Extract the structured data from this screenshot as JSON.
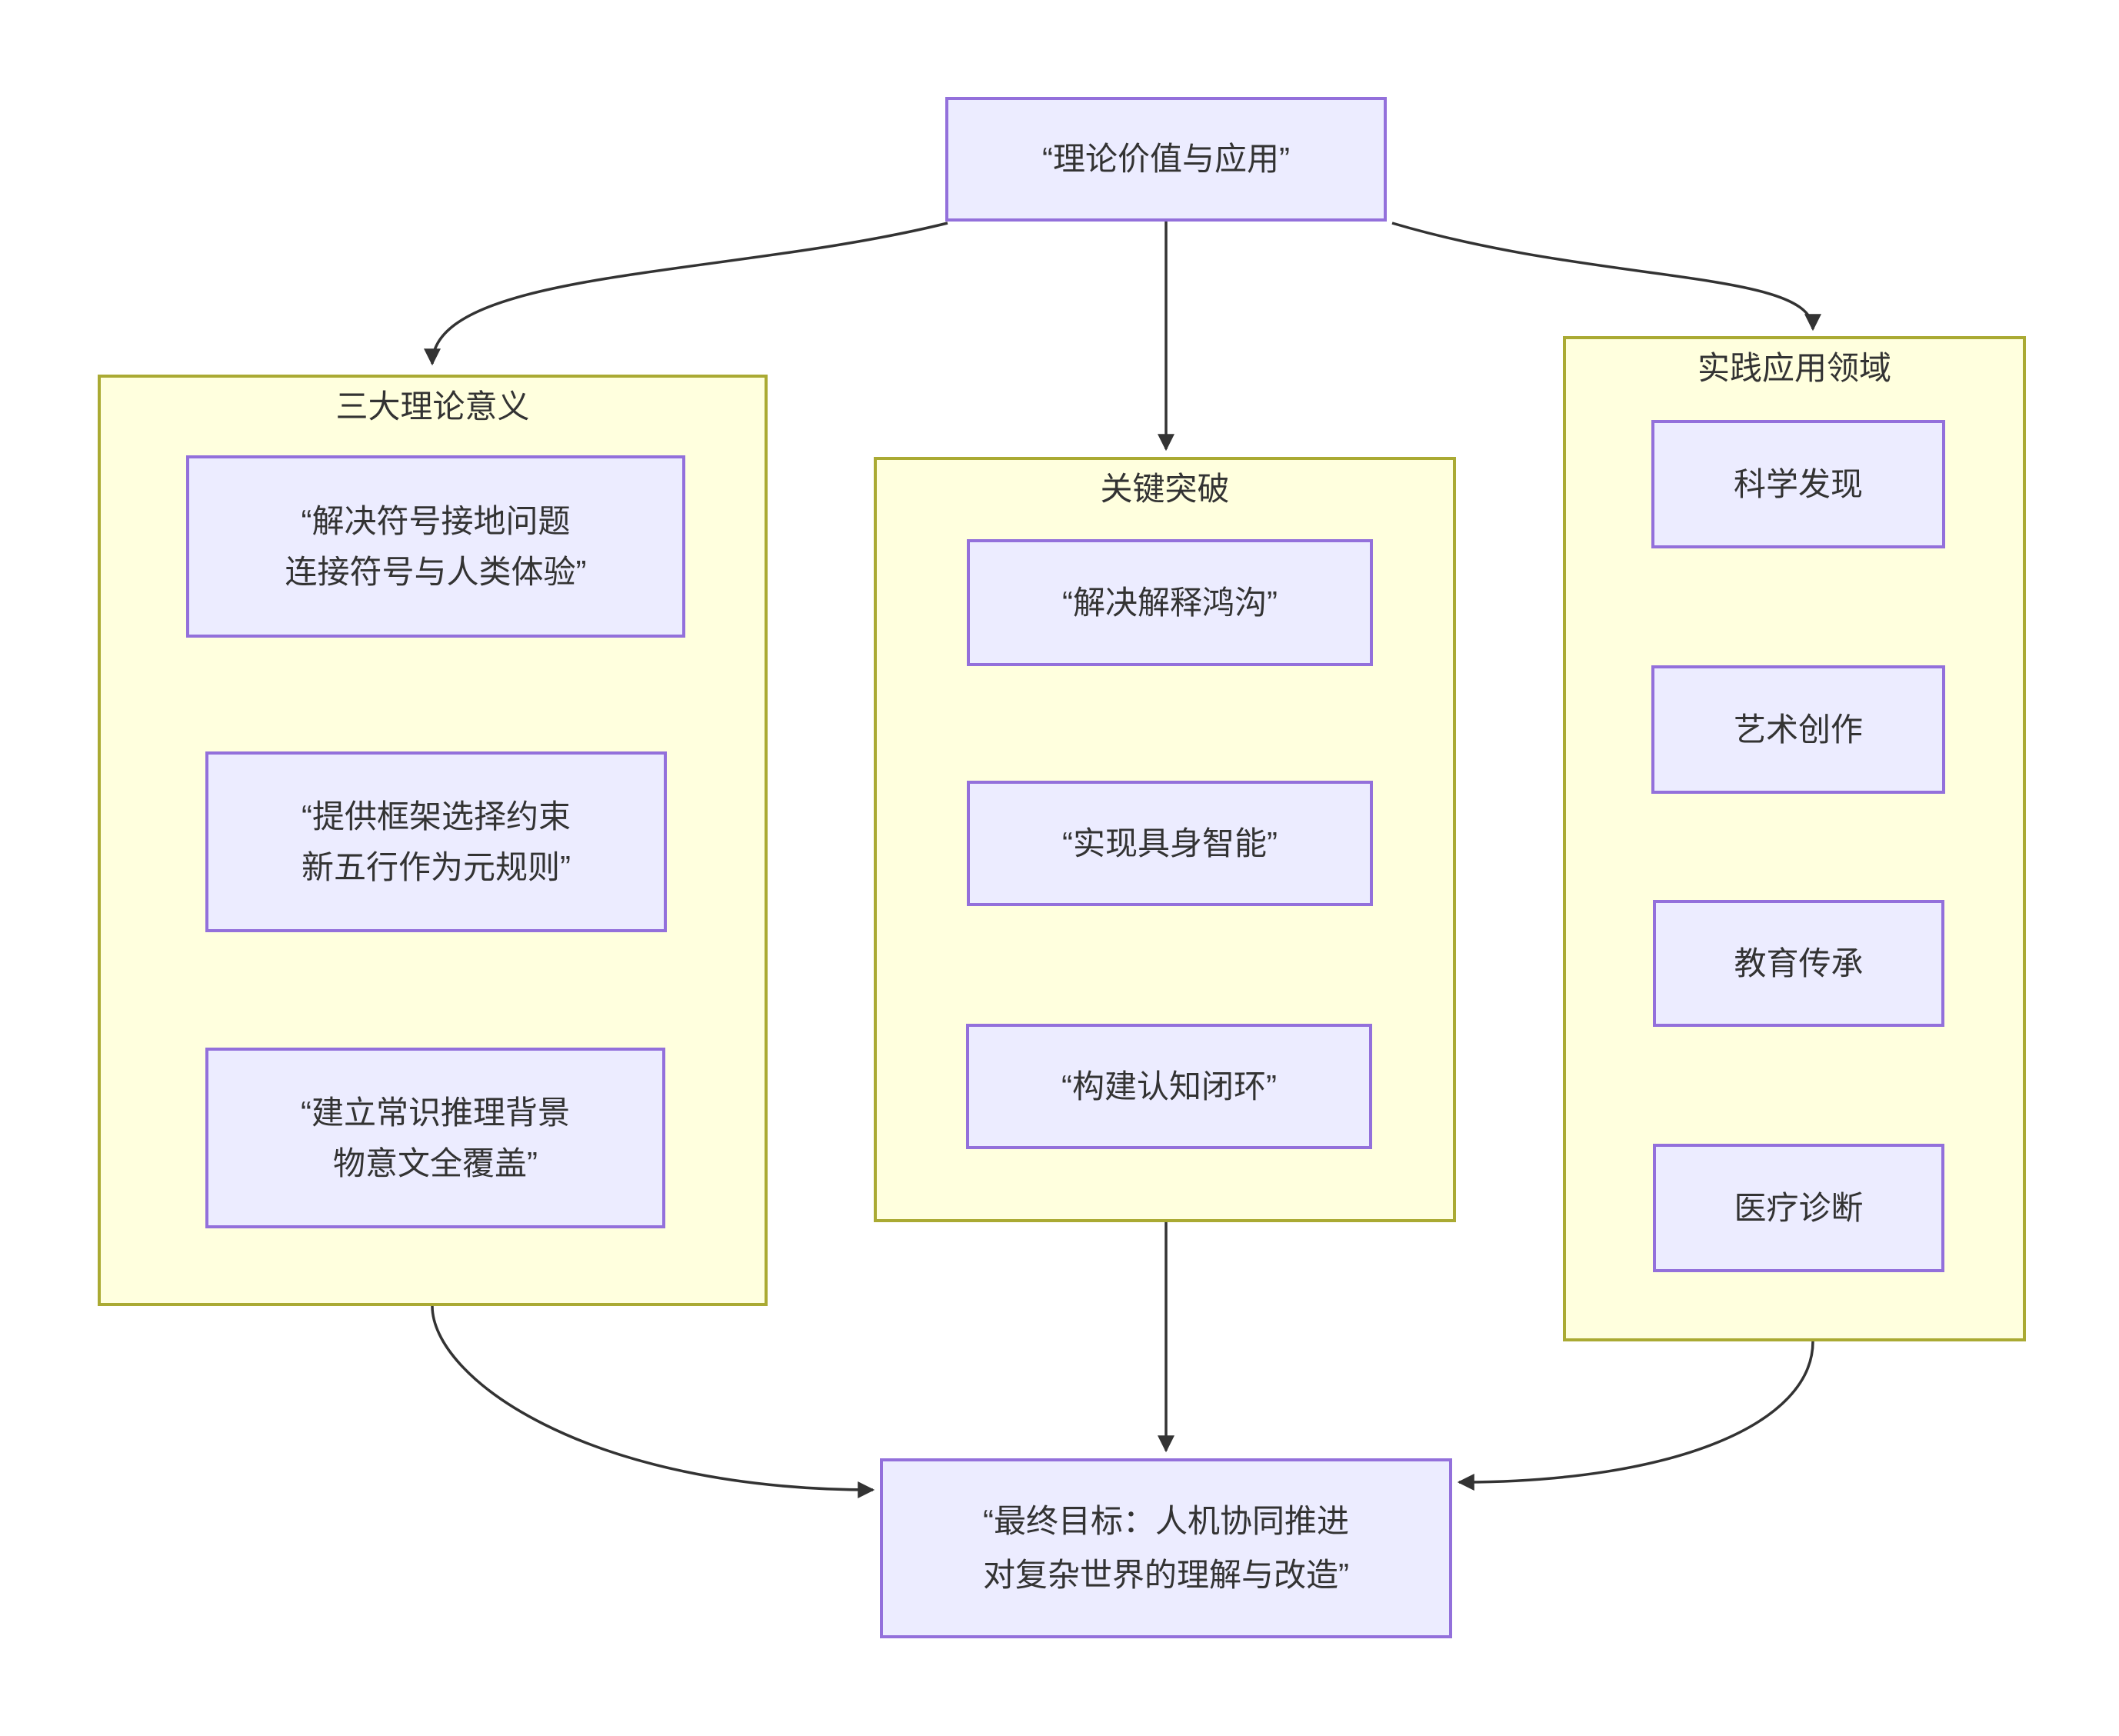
{
  "colors": {
    "background": "#ffffff",
    "node_fill": "#ececff",
    "node_border": "#9370db",
    "cluster_fill": "#ffffde",
    "cluster_border": "#aaaa33",
    "edge": "#333333",
    "text": "#333333"
  },
  "root_node": {
    "label": "“理论价值与应用”"
  },
  "clusters": [
    {
      "title": "三大理论意义",
      "nodes": [
        {
          "lines": [
            "“解决符号接地问题",
            "连接符号与人类体验”"
          ]
        },
        {
          "lines": [
            "“提供框架选择约束",
            "新五行作为元规则”"
          ]
        },
        {
          "lines": [
            "“建立常识推理背景",
            "物意文全覆盖”"
          ]
        }
      ]
    },
    {
      "title": "关键突破",
      "nodes": [
        {
          "lines": [
            "“解决解释鸿沟”"
          ]
        },
        {
          "lines": [
            "“实现具身智能”"
          ]
        },
        {
          "lines": [
            "“构建认知闭环”"
          ]
        }
      ]
    },
    {
      "title": "实践应用领域",
      "nodes": [
        {
          "lines": [
            "科学发现"
          ]
        },
        {
          "lines": [
            "艺术创作"
          ]
        },
        {
          "lines": [
            "教育传承"
          ]
        },
        {
          "lines": [
            "医疗诊断"
          ]
        }
      ]
    }
  ],
  "final_node": {
    "lines": [
      "“最终目标：人机协同推进",
      "对复杂世界的理解与改造”"
    ]
  }
}
